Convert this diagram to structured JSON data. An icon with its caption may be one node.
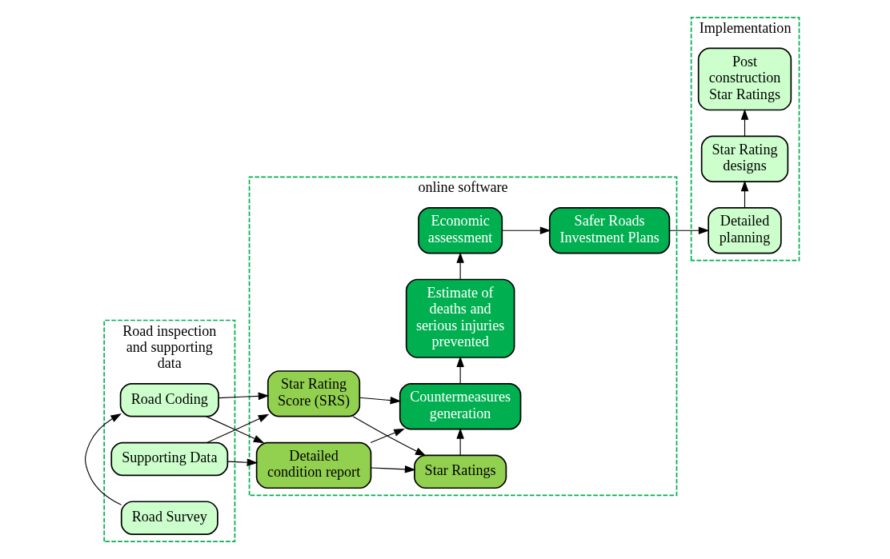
{
  "diagram": {
    "nodes": [
      {
        "text": [
          "Road inspection and supporting data"
        ]
      },
      {
        "text": [
          "online software"
        ]
      },
      {
        "text": [
          "Implementation"
        ]
      },
      {
        "text": [
          "Road Survey"
        ],
        "in": 0
      },
      {
        "text": [
          "Road Coding"
        ],
        "in": 0
      },
      {
        "text": [
          "Supporting Data"
        ],
        "in": 0
      },
      {
        "text": [
          "Star Rating Score (SRS)"
        ],
        "in": 1
      },
      {
        "text": [
          "Detailed condition report"
        ],
        "in": 1
      },
      {
        "text": [
          "Star Ratings"
        ],
        "in": 1
      },
      {
        "text": [
          "Countermeasures generation"
        ],
        "in": 1
      },
      {
        "text": [
          "Estimate of deaths and serious injuries prevented"
        ],
        "in": 1
      },
      {
        "text": [
          "Economic assessment"
        ],
        "in": 1
      },
      {
        "text": [
          "Safer Roads Investment Plans"
        ],
        "in": 1
      },
      {
        "text": [
          "Detailed planning"
        ],
        "in": 2
      },
      {
        "text": [
          "Star Rating designs"
        ],
        "in": 2
      },
      {
        "text": [
          "Post construction Star Ratings"
        ],
        "in": 2
      }
    ],
    "edges": [
      {
        "from": 3,
        "to": 4,
        "arrow": "to"
      },
      {
        "from": 4,
        "to": 6,
        "arrow": "to"
      },
      {
        "from": 4,
        "to": 7,
        "arrow": "to"
      },
      {
        "from": 5,
        "to": 6,
        "arrow": "to"
      },
      {
        "from": 5,
        "to": 7,
        "arrow": "to"
      },
      {
        "from": 6,
        "to": 8,
        "arrow": "to"
      },
      {
        "from": 6,
        "to": 9,
        "arrow": "to"
      },
      {
        "from": 7,
        "to": 8,
        "arrow": "to"
      },
      {
        "from": 7,
        "to": 9,
        "arrow": "to"
      },
      {
        "from": 8,
        "to": 9,
        "arrow": "to"
      },
      {
        "from": 9,
        "to": 10,
        "arrow": "to"
      },
      {
        "from": 10,
        "to": 11,
        "arrow": "to"
      },
      {
        "from": 11,
        "to": 12,
        "arrow": "to"
      },
      {
        "from": 12,
        "to": 13,
        "arrow": "to"
      },
      {
        "from": 13,
        "to": 14,
        "arrow": "to"
      },
      {
        "from": 14,
        "to": 15,
        "arrow": "to"
      }
    ]
  }
}
